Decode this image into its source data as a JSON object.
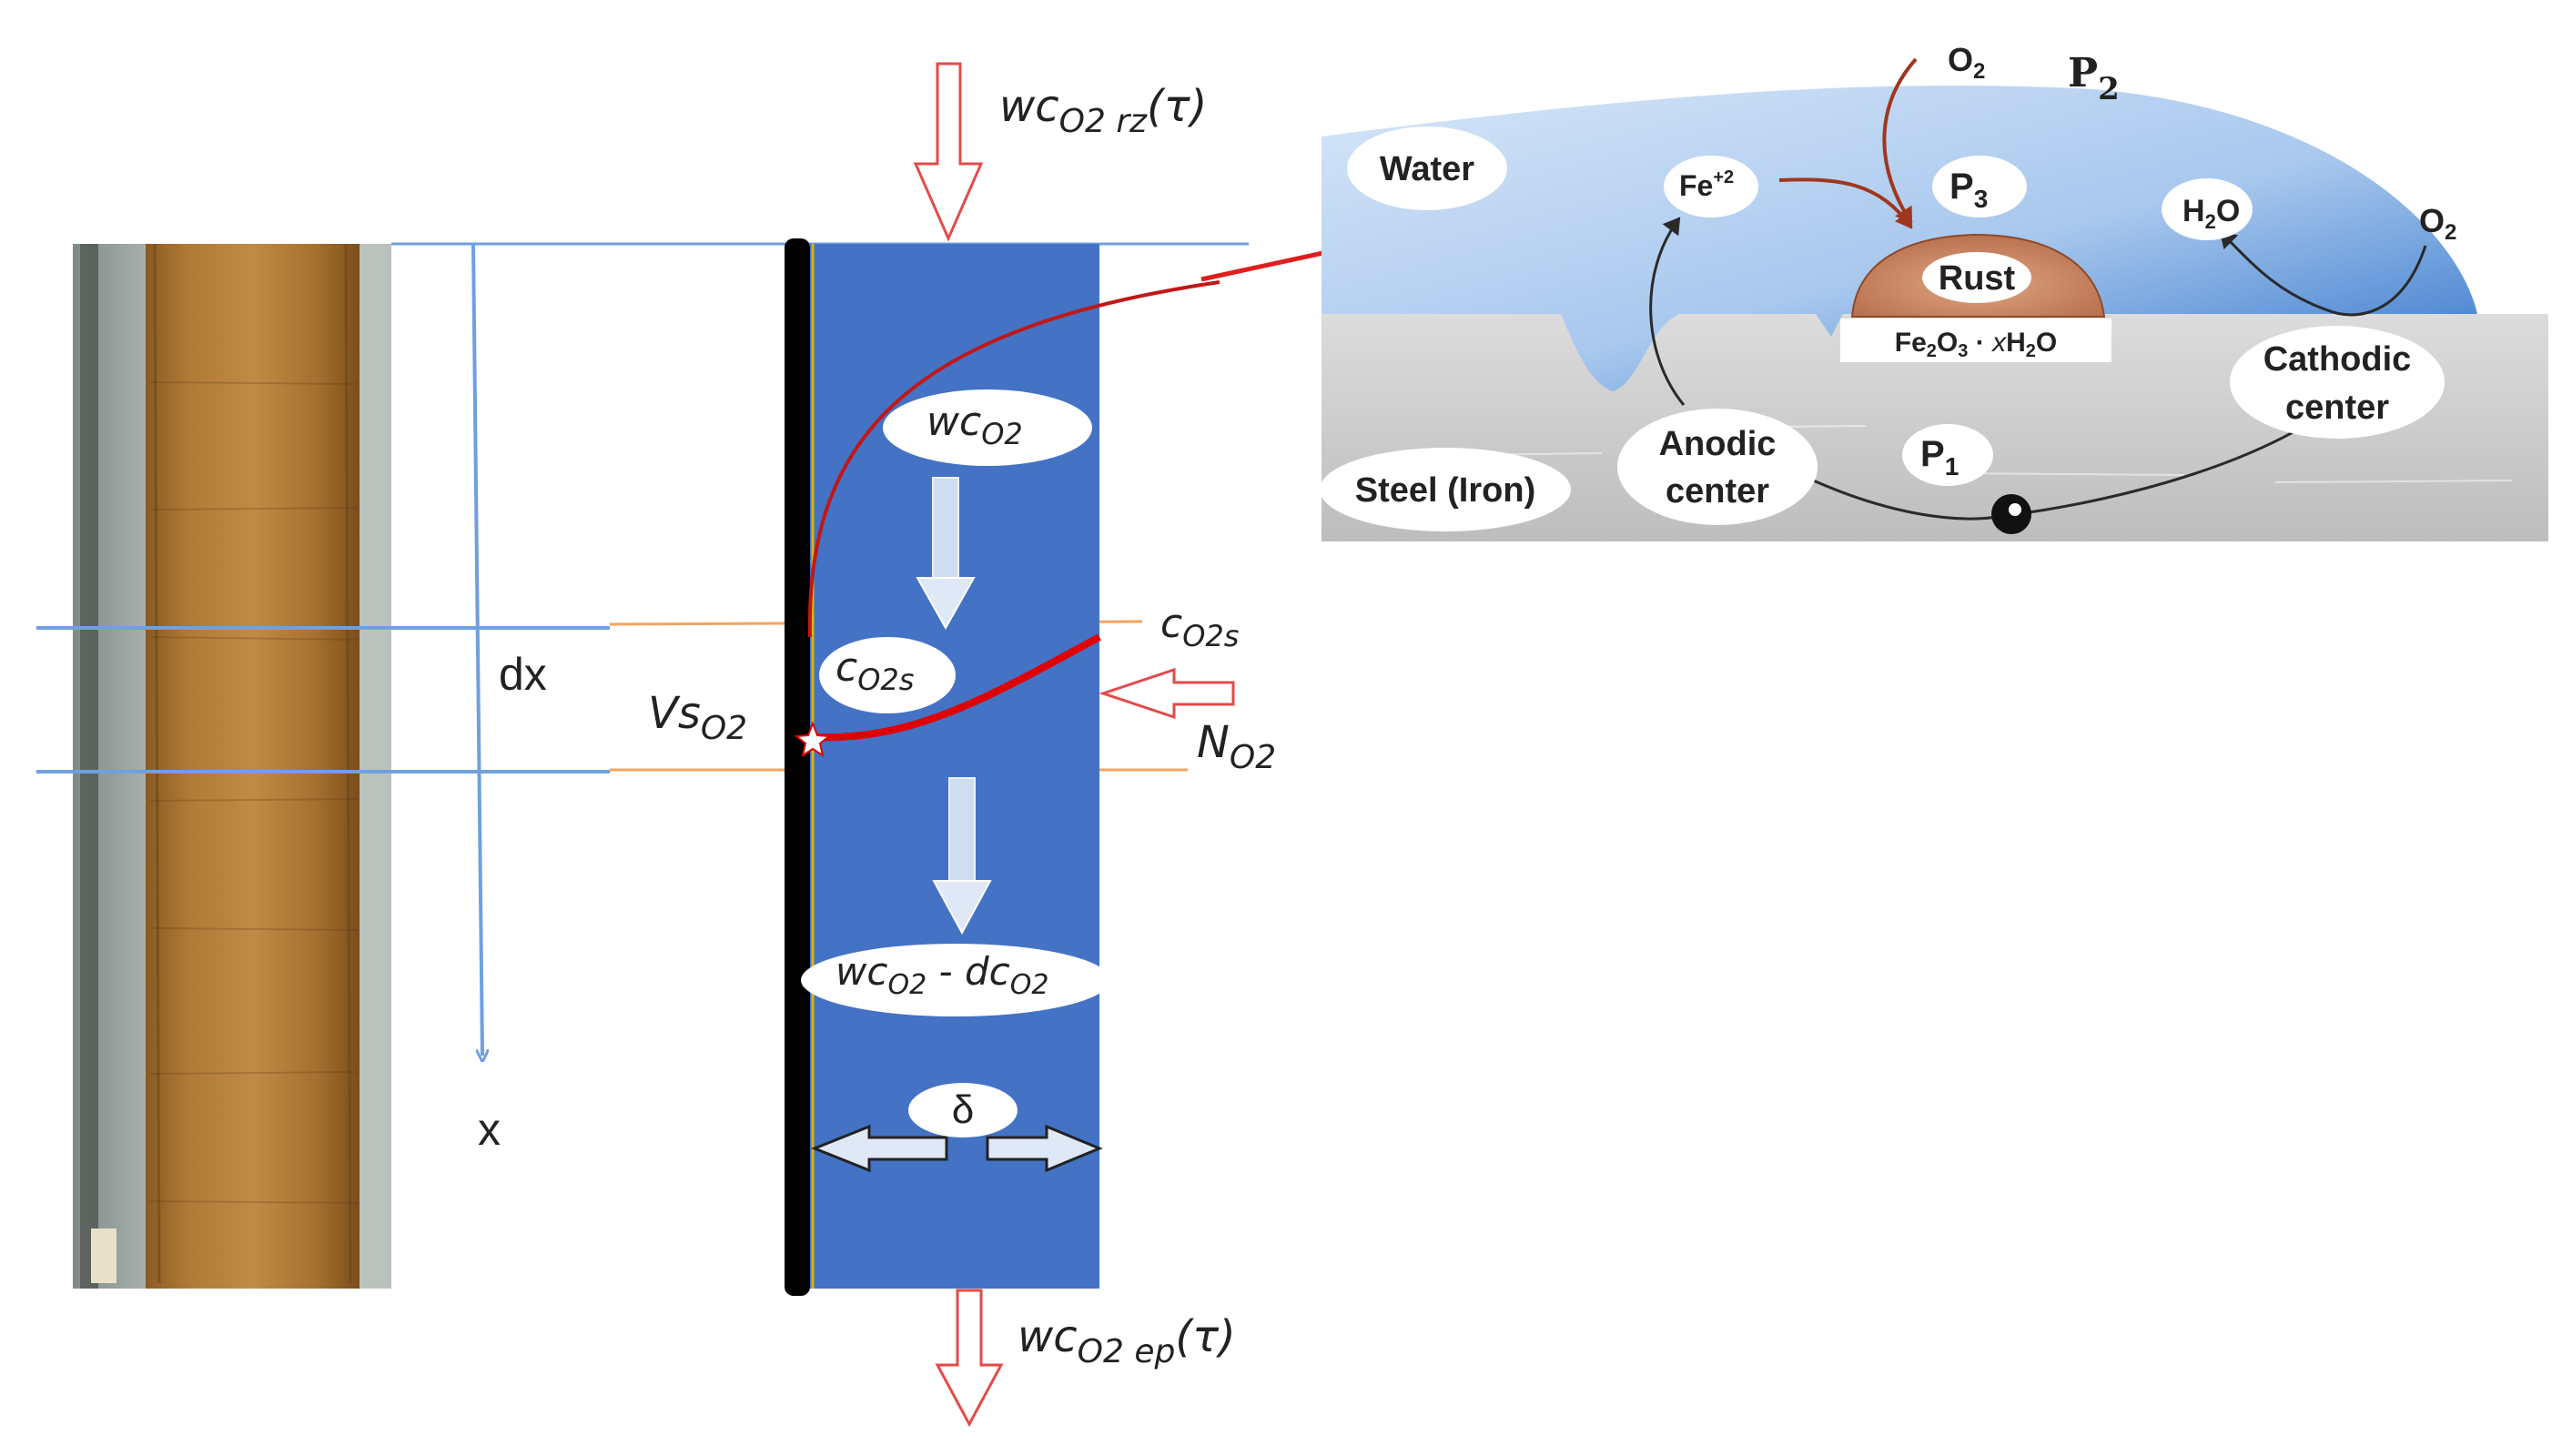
{
  "diagram": {
    "left_panel": {
      "photo": "corroded steel strip photograph",
      "x_axis_label": "x",
      "dx_label": "dx"
    },
    "column": {
      "flow_in": {
        "main": "wc",
        "sub": "O2 rz",
        "tail": "(τ)"
      },
      "flow_out": {
        "main": "wc",
        "sub": "O2 ep",
        "tail": "(τ)"
      },
      "wc_o2": {
        "main": "wc",
        "sub": "O2"
      },
      "c_o2s_inner": {
        "main": "c",
        "sub": "O2s"
      },
      "c_o2s_outer": {
        "main": "c",
        "sub": "O2s"
      },
      "vs_o2": {
        "main": "Vs",
        "sub": "O2"
      },
      "n_o2": {
        "main": "N",
        "sub": "O2"
      },
      "wc_minus_dc": {
        "a": "wc",
        "a_sub": "O2",
        "minus": " - ",
        "b": "dc",
        "b_sub": "O2"
      },
      "delta": "δ"
    },
    "corrosion_panel": {
      "water": "Water",
      "steel": "Steel (Iron)",
      "fe": "Fe",
      "fe_sup": "+2",
      "o2_top": {
        "main": "O",
        "sub": "2"
      },
      "o2_right": {
        "main": "O",
        "sub": "2"
      },
      "h2o": {
        "a": "H",
        "sub": "2",
        "b": "O"
      },
      "p1": {
        "main": "P",
        "sub": "1"
      },
      "p2": {
        "main": "P",
        "sub": "2"
      },
      "p3": {
        "main": "P",
        "sub": "3"
      },
      "rust": "Rust",
      "rust_formula": {
        "a": "Fe",
        "s1": "2",
        "b": "O",
        "s2": "3",
        "c": " · ",
        "x": "x",
        "d": "H",
        "s3": "2",
        "e": "O"
      },
      "anodic_1": "Anodic",
      "anodic_2": "center",
      "cathodic_1": "Cathodic",
      "cathodic_2": "center"
    },
    "colors": {
      "column_blue": "#4472c4",
      "line_blue": "#6fa0e0",
      "line_orange": "#f4a460",
      "arrow_red": "#d62e2e",
      "curve_dark_red": "#b01818",
      "water_blue": "#5b8fd6",
      "steel_gray": "#c9c9c9"
    }
  }
}
